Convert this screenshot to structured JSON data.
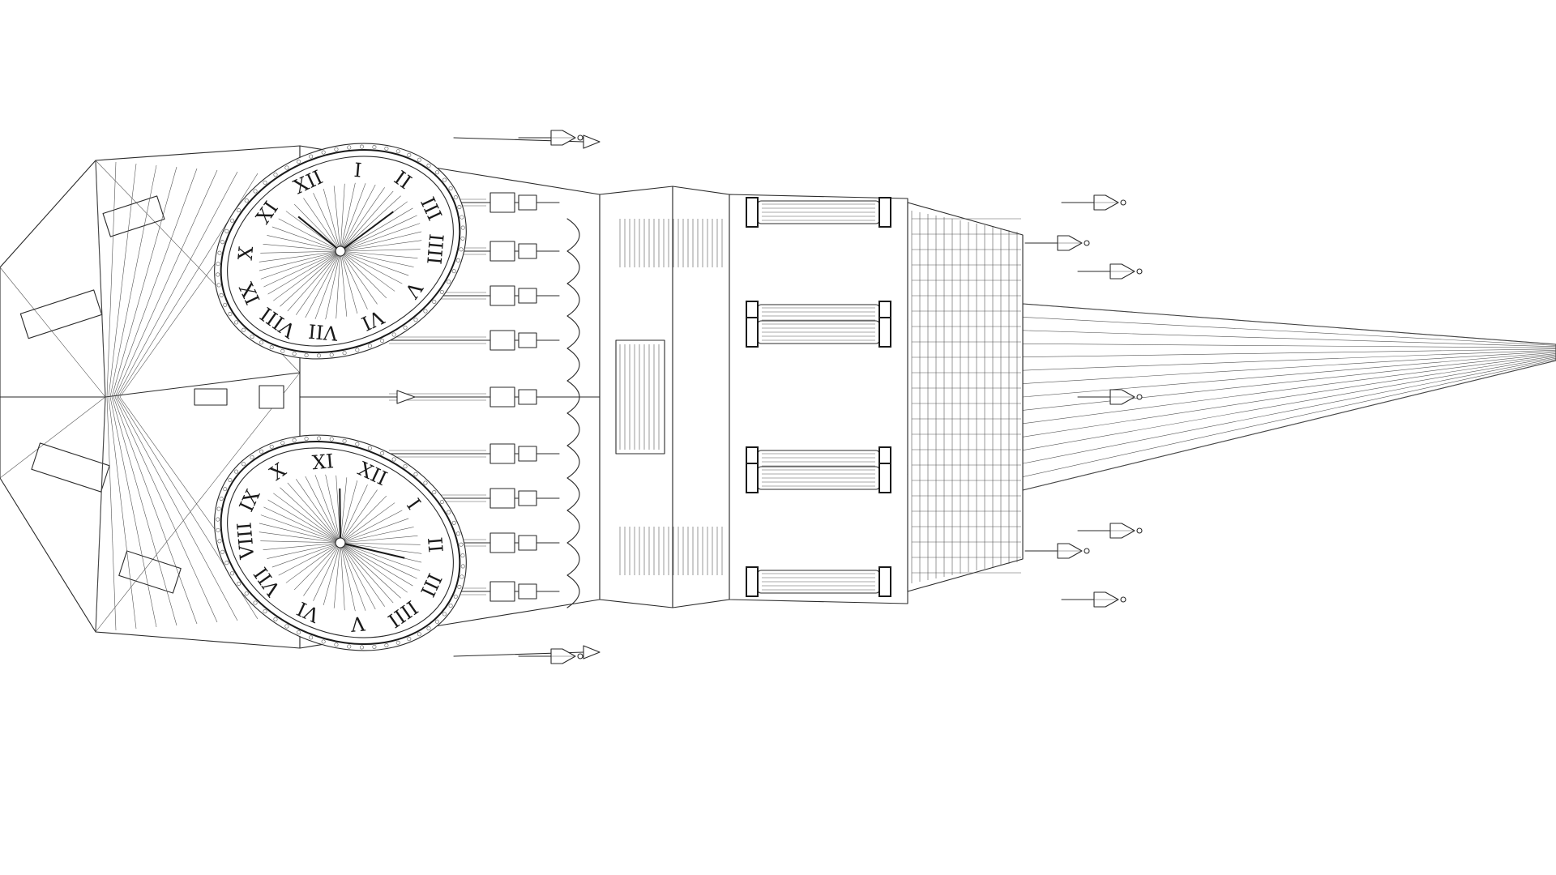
{
  "scene": {
    "subject": "clock-tower-wireframe",
    "background_color": "#ffffff",
    "line_color": "#2a2a2a"
  },
  "clock_faces": [
    {
      "name": "clock-face-upper",
      "numerals": [
        "XII",
        "I",
        "II",
        "III",
        "IIII",
        "V",
        "VI",
        "VII",
        "VIII",
        "IX",
        "X",
        "XI"
      ],
      "rotation": -25
    },
    {
      "name": "clock-face-lower",
      "numerals": [
        "XII",
        "I",
        "II",
        "III",
        "IIII",
        "V",
        "VI",
        "VII",
        "VIII",
        "IX",
        "X",
        "XI"
      ],
      "rotation": 25
    }
  ]
}
